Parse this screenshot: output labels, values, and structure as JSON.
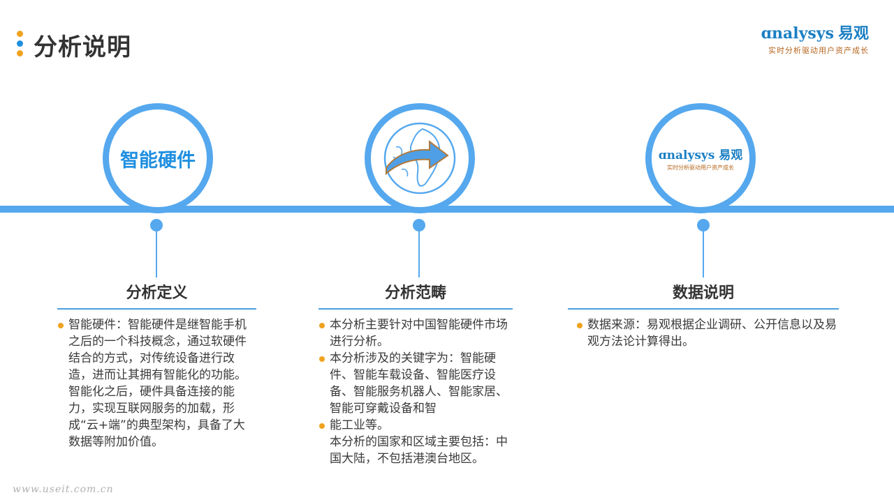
{
  "page": {
    "title": "分析说明"
  },
  "brand": {
    "name": "nalysys",
    "name_cn": "易观",
    "slogan": "实时分析驱动用户资产成长"
  },
  "decor": {
    "dot_colors": [
      "#f0a21f",
      "#1f8fe0",
      "#f0a21f"
    ]
  },
  "circles": {
    "first_text": "智能硬件",
    "third_brand_name": "nalysys",
    "third_brand_cn": "易观",
    "third_brand_slogan": "实时分析驱动用户资产成长"
  },
  "columns": {
    "definition": {
      "heading": "分析定义",
      "bullets": [
        "智能硬件：智能硬件是继智能手机之后的一个科技概念，通过软硬件结合的方式，对传统设备进行改造，进而让其拥有智能化的功能。智能化之后，硬件具备连接的能力，实现互联网服务的加载，形成“云+端”的典型架构，具备了大数据等附加价值。"
      ]
    },
    "scope": {
      "heading": "分析范畴",
      "bullets": [
        "本分析主要针对中国智能硬件市场进行分析。",
        "本分析涉及的关键字为：智能硬件、智能车载设备、智能医疗设备、智能服务机器人、智能家居、智能可穿戴设备和智",
        "能工业等。"
      ],
      "extra": "本分析的国家和区域主要包括：中国大陆，不包括港澳台地区。"
    },
    "data_note": {
      "heading": "数据说明",
      "bullets": [
        "数据来源：易观根据企业调研、公开信息以及易观方法论计算得出。"
      ]
    }
  },
  "footer": {
    "url": "www.useit.com.cn"
  }
}
